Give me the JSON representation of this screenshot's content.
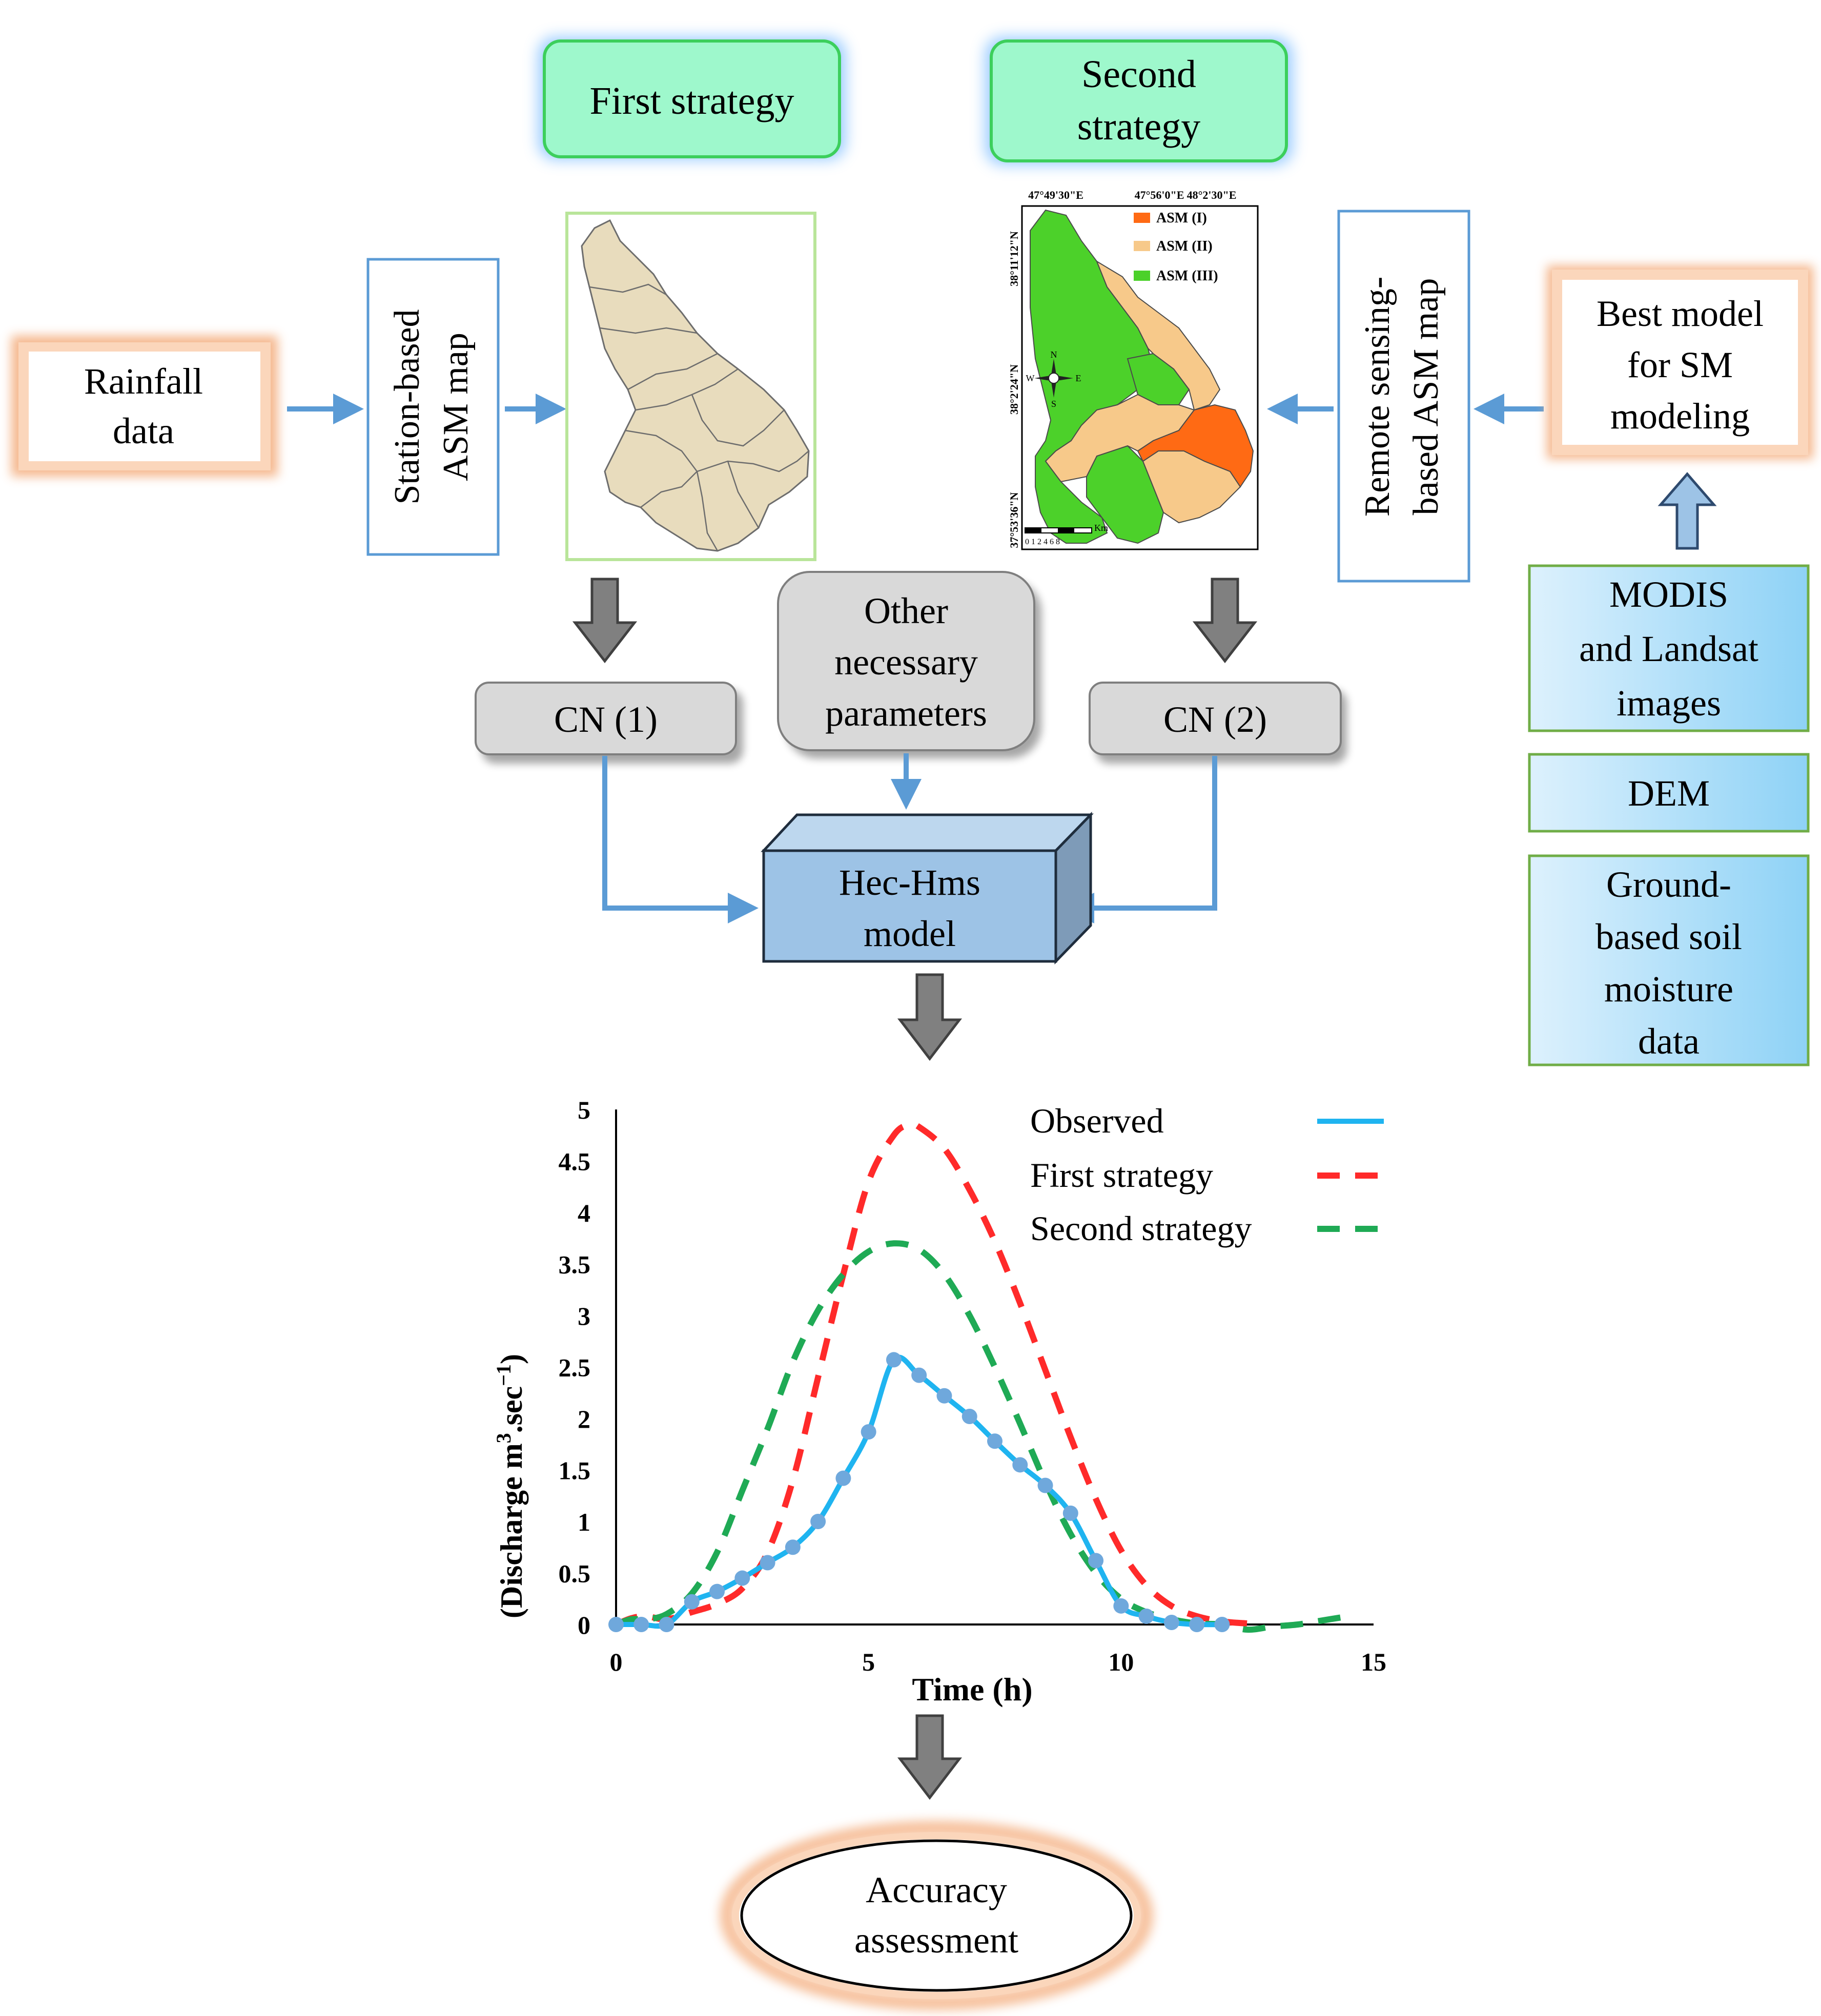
{
  "strategies": {
    "first": "First strategy",
    "second_line1": "Second",
    "second_line2": "strategy"
  },
  "inputs": {
    "rainfall_line1": "Rainfall",
    "rainfall_line2": "data",
    "station_line1": "Station-based",
    "station_line2": "ASM map",
    "remote_line1": "Remote sensing-",
    "remote_line2": "based ASM map",
    "best_line1": "Best model",
    "best_line2": "for SM",
    "best_line3": "modeling"
  },
  "sources": {
    "modis_line1": "MODIS",
    "modis_line2": "and Landsat",
    "modis_line3": "images",
    "dem": "DEM",
    "ground_line1": "Ground-",
    "ground_line2": "based soil",
    "ground_line3": "moisture",
    "ground_line4": "data"
  },
  "map2": {
    "coord_top": [
      "47°49'30\"E",
      "47°56'0\"E",
      "48°2'30\"E"
    ],
    "coord_left": [
      "38°11'12\"N",
      "38°2'24\"N",
      "37°53'36\"N"
    ],
    "legend": [
      {
        "label": "ASM (I)",
        "color": "#ff6a14"
      },
      {
        "label": "ASM (II)",
        "color": "#f7c98a"
      },
      {
        "label": "ASM (III)",
        "color": "#4cd12a"
      }
    ],
    "scale_label": "Km",
    "scale_ticks": "0 1 2    4    6    8",
    "compass": {
      "n": "N",
      "s": "S",
      "e": "E",
      "w": "W"
    }
  },
  "process": {
    "cn1": "CN (1)",
    "cn2": "CN (2)",
    "other_line1": "Other",
    "other_line2": "necessary",
    "other_line3": "parameters",
    "hec_line1": "Hec-Hms",
    "hec_line2": "model"
  },
  "output": {
    "accuracy_line1": "Accuracy",
    "accuracy_line2": "assessment"
  },
  "colors": {
    "strategy_fill": "#9ef8cc",
    "strategy_border": "#3ccf5c",
    "input_border": "#5b9bd5",
    "orange_glow": "#f4b183",
    "source_border": "#70ad47",
    "gray_fill": "#d9d9d9",
    "hec_fill": "#9dc3e6",
    "observed": "#1fb4f0",
    "observed_marker": "#6fa8dc",
    "first_strategy": "#ff2a2a",
    "second_strategy": "#1faa55",
    "watershed_fill": "#e8dcbd"
  },
  "chart_data": {
    "type": "line",
    "xlabel": "Time (h)",
    "ylabel_main": "(Discharge m",
    "ylabel_sup1": "3",
    "ylabel_mid": ".sec",
    "ylabel_sup2": "−1",
    "ylabel_end": ")",
    "xlim": [
      0,
      15
    ],
    "ylim": [
      0,
      5
    ],
    "x_ticks": [
      "0",
      "5",
      "10",
      "15"
    ],
    "y_ticks": [
      "0",
      "0.5",
      "1",
      "1.5",
      "2",
      "2.5",
      "3",
      "3.5",
      "4",
      "4.5",
      "5"
    ],
    "legend_placement": "top-right",
    "series": [
      {
        "name": "Observed",
        "style": "solid",
        "markers": true,
        "x": [
          0,
          0.5,
          1,
          1.5,
          2,
          2.5,
          3,
          3.5,
          4,
          4.5,
          5,
          5.5,
          6,
          6.5,
          7,
          7.5,
          8,
          8.5,
          9,
          9.5,
          10,
          10.5,
          11,
          11.5,
          12
        ],
        "y": [
          0,
          0,
          0,
          0.22,
          0.32,
          0.45,
          0.6,
          0.75,
          1.0,
          1.42,
          1.87,
          2.57,
          2.42,
          2.22,
          2.02,
          1.78,
          1.55,
          1.35,
          1.08,
          0.62,
          0.18,
          0.08,
          0.02,
          0,
          0
        ]
      },
      {
        "name": "First strategy",
        "style": "dashed",
        "markers": false,
        "x": [
          0,
          0.3,
          0.6,
          1,
          1.5,
          2,
          2.5,
          3,
          3.5,
          4,
          4.5,
          5,
          5.5,
          5.8,
          6,
          6.5,
          7,
          7.5,
          8,
          8.5,
          9,
          9.5,
          10,
          10.5,
          11,
          11.5,
          12,
          12.5
        ],
        "y": [
          0,
          0.06,
          0.08,
          0.05,
          0.12,
          0.2,
          0.35,
          0.7,
          1.4,
          2.4,
          3.4,
          4.3,
          4.75,
          4.85,
          4.83,
          4.62,
          4.22,
          3.72,
          3.12,
          2.47,
          1.82,
          1.22,
          0.72,
          0.38,
          0.18,
          0.08,
          0.03,
          0.01
        ]
      },
      {
        "name": "Second strategy",
        "style": "dashed",
        "markers": false,
        "x": [
          0,
          0.3,
          0.6,
          1,
          1.5,
          2,
          2.5,
          3,
          3.5,
          4,
          4.5,
          5,
          5.5,
          6,
          6.5,
          7,
          7.5,
          8,
          8.5,
          9,
          9.5,
          10,
          10.5,
          11,
          11.5,
          12,
          12.5,
          13,
          13.5,
          14,
          14.5
        ],
        "y": [
          0,
          0.05,
          0.05,
          0.1,
          0.3,
          0.7,
          1.3,
          1.9,
          2.55,
          3.05,
          3.4,
          3.62,
          3.7,
          3.64,
          3.4,
          3.0,
          2.5,
          1.95,
          1.38,
          0.88,
          0.5,
          0.25,
          0.12,
          0.05,
          0.01,
          0,
          -0.05,
          -0.02,
          0,
          0.04,
          0.08
        ]
      }
    ]
  }
}
